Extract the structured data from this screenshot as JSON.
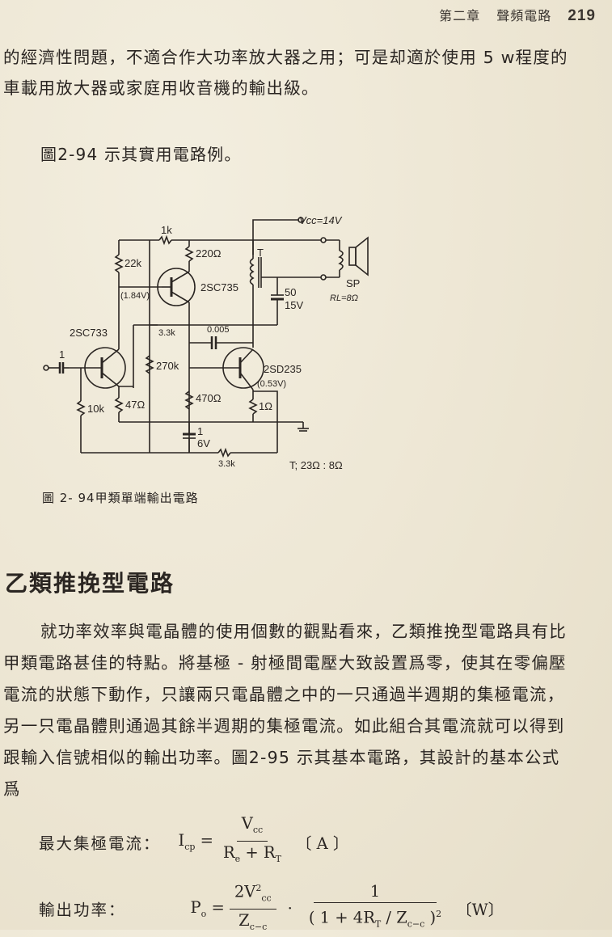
{
  "header": {
    "chapter": "第二章",
    "chapter_title": "聲頻電路",
    "page_number": "219"
  },
  "intro": {
    "lines": [
      "的經濟性問題，不適合作大功率放大器之用；可是却適於使用 5 w程度的",
      "車載用放大器或家庭用收音機的輸出級。"
    ]
  },
  "figure_intro": "圖2-94 示其實用電路例。",
  "figure": {
    "caption": "圖 2- 94甲類單端輸出電路",
    "labels": {
      "vcc": "Vcc=14V",
      "r_1k": "1k",
      "r_220": "220Ω",
      "r_22k": "22k",
      "v_184": "(1.84V)",
      "q_2sc735": "2SC735",
      "transformer": "T",
      "cap_50": "50",
      "cap_15v": "15V",
      "speaker": "SP",
      "rl": "RL=8Ω",
      "q_2sc733": "2SC733",
      "r_3k3_top": "3.3k",
      "cap_0005": "0.005",
      "q_2sd235": "2SD235",
      "cap_in": "1",
      "r_270k": "270k",
      "v_053": "(0.53V)",
      "r_470": "470Ω",
      "r_10k": "10k",
      "r_47": "47Ω",
      "r_1ohm": "1Ω",
      "cap_1": "1",
      "cap_6v": "6V",
      "r_3k3_bottom": "3.3k",
      "transformer_ratio": "T; 23Ω : 8Ω"
    }
  },
  "section": {
    "title": "乙類推挽型電路",
    "lines": [
      "就功率效率與電晶體的使用個數的觀點看來，乙類推挽型電路具有比",
      "甲類電路甚佳的特點。將基極 - 射極間電壓大致設置爲零，使其在零偏壓",
      "電流的狀態下動作，只讓兩只電晶體之中的一只通過半週期的集極電流，",
      "另一只電晶體則通過其餘半週期的集極電流。如此組合其電流就可以得到",
      "跟輸入信號相似的輸出功率。圖2-95 示其基本電路，其設計的基本公式",
      "爲"
    ]
  },
  "formulas": {
    "max_current": {
      "label": "最大集極電流：",
      "lhs": "I",
      "lhs_sub": "cp",
      "num": "V",
      "num_sub": "cc",
      "den": "R",
      "den_sub1": "e",
      "den_plus": " + ",
      "den2": "R",
      "den_sub2": "T",
      "unit": "〔 A 〕"
    },
    "output_power": {
      "label": "輸出功率：",
      "lhs": "P",
      "lhs_sub": "o",
      "num1": "2V",
      "num1_sup": "2",
      "num1_sub": "cc",
      "den1": "Z",
      "den1_sub": "c−c",
      "dot": "·",
      "num2": "1",
      "den2": "( 1 + 4R",
      "den2_sub": "T",
      "den2_mid": " / Z",
      "den2_sub2": "c−c",
      "den2_end": " )",
      "den2_sup": "2",
      "unit": "〔W〕"
    }
  }
}
